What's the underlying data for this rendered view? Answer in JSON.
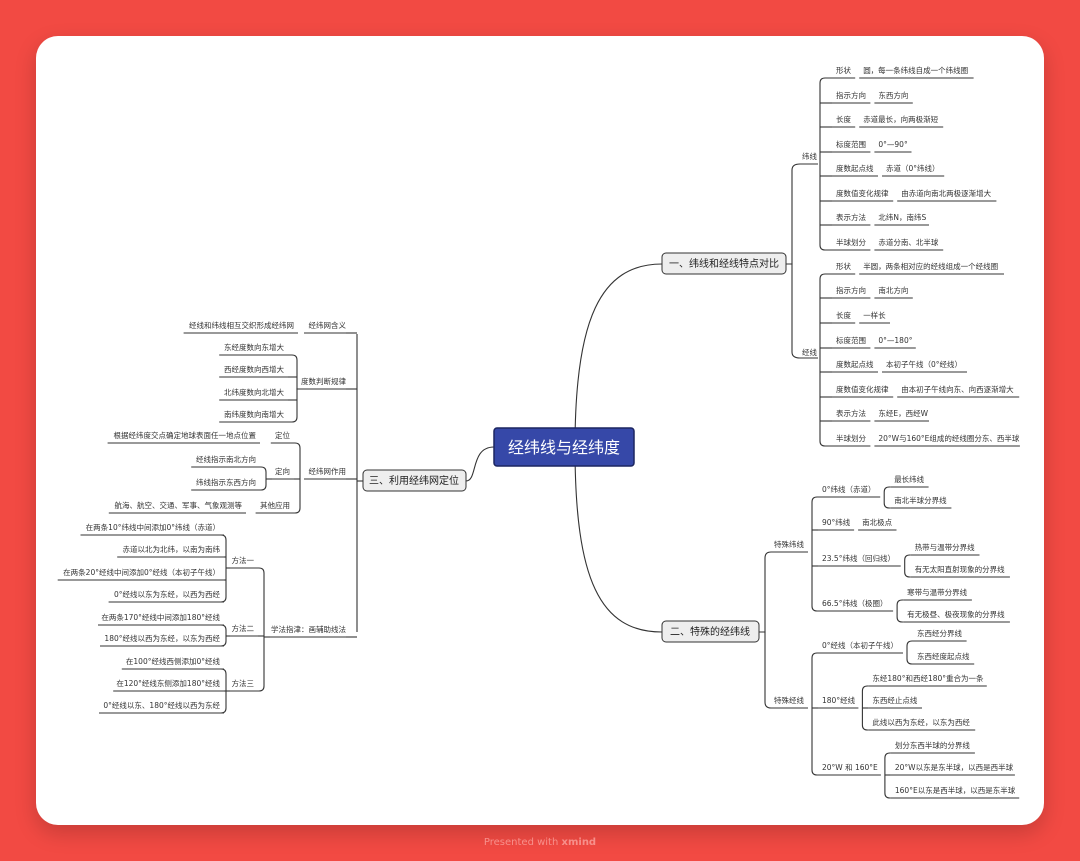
{
  "central": "经纬线与经纬度",
  "footer": {
    "prefix": "Presented with",
    "brand": "xmind"
  },
  "b1": {
    "title": "一、纬线和经线特点对比",
    "weixian": {
      "label": "纬线",
      "rows": [
        {
          "k": "形状",
          "v": "圆，每一条纬线自成一个纬线圈"
        },
        {
          "k": "指示方向",
          "v": "东西方向"
        },
        {
          "k": "长度",
          "v": "赤道最长，向两极渐短"
        },
        {
          "k": "标度范围",
          "v": "0°—90°"
        },
        {
          "k": "度数起点线",
          "v": "赤道（0°纬线）"
        },
        {
          "k": "度数值变化规律",
          "v": "由赤道向南北两极逐渐增大"
        },
        {
          "k": "表示方法",
          "v": "北纬N，南纬S"
        },
        {
          "k": "半球划分",
          "v": "赤道分南、北半球"
        }
      ]
    },
    "jingxian": {
      "label": "经线",
      "rows": [
        {
          "k": "形状",
          "v": "半圆，两条相对应的经线组成一个经线圈"
        },
        {
          "k": "指示方向",
          "v": "南北方向"
        },
        {
          "k": "长度",
          "v": "一样长"
        },
        {
          "k": "标度范围",
          "v": "0°—180°"
        },
        {
          "k": "度数起点线",
          "v": "本初子午线（0°经线）"
        },
        {
          "k": "度数值变化规律",
          "v": "由本初子午线向东、向西逐渐增大"
        },
        {
          "k": "表示方法",
          "v": "东经E，西经W"
        },
        {
          "k": "半球划分",
          "v": "20°W与160°E组成的经线圈分东、西半球"
        }
      ]
    }
  },
  "b2": {
    "title": "二、特殊的经纬线",
    "special_lat": {
      "label": "特殊纬线",
      "items": [
        {
          "k": "0°纬线（赤道）",
          "v": [
            "最长纬线",
            "南北半球分界线"
          ]
        },
        {
          "k": "90°纬线",
          "v": [
            "南北极点"
          ]
        },
        {
          "k": "23.5°纬线（回归线）",
          "v": [
            "热带与温带分界线",
            "有无太阳直射现象的分界线"
          ]
        },
        {
          "k": "66.5°纬线（极圈）",
          "v": [
            "寒带与温带分界线",
            "有无极昼、极夜现象的分界线"
          ]
        }
      ]
    },
    "special_lon": {
      "label": "特殊经线",
      "items": [
        {
          "k": "0°经线（本初子午线）",
          "v": [
            "东西经分界线",
            "东西经度起点线"
          ]
        },
        {
          "k": "180°经线",
          "v": [
            "东经180°和西经180°重合为一条",
            "东西经止点线",
            "此线以西为东经，以东为西经"
          ]
        },
        {
          "k": "20°W 和 160°E",
          "v": [
            "划分东西半球的分界线",
            "20°W以东是东半球，以西是西半球",
            "160°E以东是西半球，以西是东半球"
          ]
        }
      ]
    }
  },
  "b3": {
    "title": "三、利用经纬网定位",
    "hanyi": {
      "label": "经纬网含义",
      "v": "经线和纬线相互交织形成经纬网"
    },
    "dushu": {
      "label": "度数判断规律",
      "v": [
        "东经度数向东增大",
        "西经度数向西增大",
        "北纬度数向北增大",
        "南纬度数向南增大"
      ]
    },
    "zuoyong": {
      "label": "经纬网作用",
      "dingwei": {
        "label": "定位",
        "v": "根据经纬度交点确定地球表面任一地点位置"
      },
      "dingxiang": {
        "label": "定向",
        "v": [
          "经线指示南北方向",
          "纬线指示东西方向"
        ]
      },
      "qita": {
        "label": "其他应用",
        "v": "航海、航空、交通、军事、气象观测等"
      }
    },
    "xuefa": {
      "label": "学法指津：画辅助线法",
      "m1": {
        "label": "方法一",
        "v": [
          "在两条10°纬线中间添加0°纬线（赤道）",
          "赤道以北为北纬，以南为南纬",
          "在两条20°经线中间添加0°经线（本初子午线）",
          "0°经线以东为东经，以西为西经"
        ]
      },
      "m2": {
        "label": "方法二",
        "v": [
          "在两条170°经线中间添加180°经线",
          "180°经线以西为东经，以东为西经"
        ]
      },
      "m3": {
        "label": "方法三",
        "v": [
          "在100°经线西侧添加0°经线",
          "在120°经线东侧添加180°经线",
          "0°经线以东、180°经线以西为东经"
        ]
      }
    }
  }
}
